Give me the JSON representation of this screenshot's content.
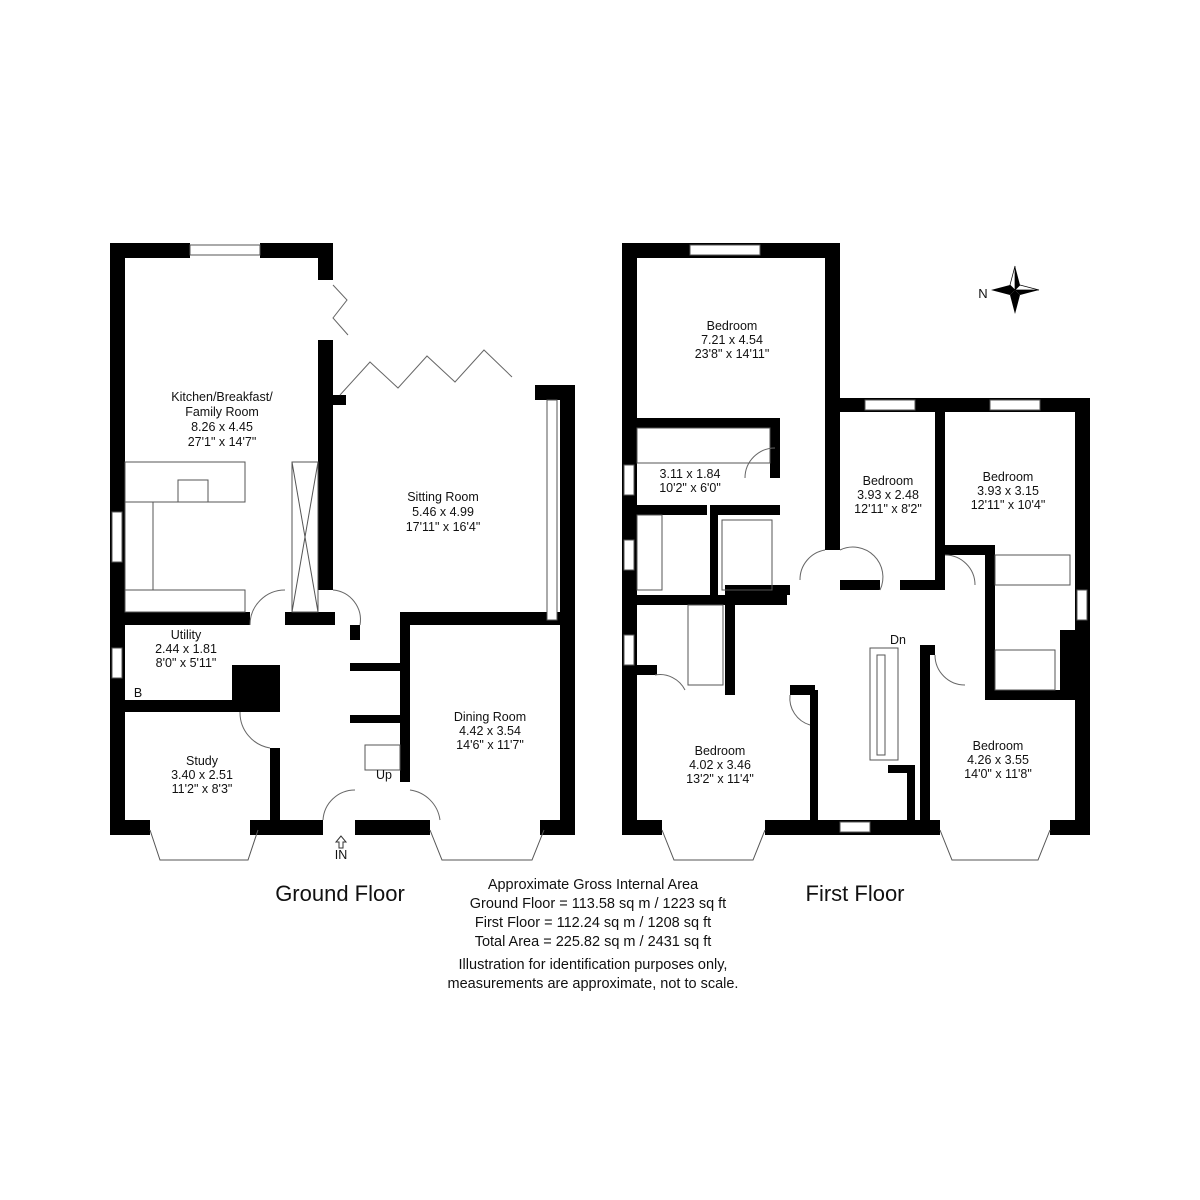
{
  "ground_floor": {
    "title": "Ground Floor",
    "rooms": [
      {
        "name": "Kitchen/Breakfast/",
        "name2": "Family Room",
        "metric": "8.26 x 4.45",
        "imperial": "27'1\" x 14'7\""
      },
      {
        "name": "Sitting Room",
        "metric": "5.46 x 4.99",
        "imperial": "17'11\" x 16'4\""
      },
      {
        "name": "Utility",
        "metric": "2.44 x 1.81",
        "imperial": "8'0\" x 5'11\""
      },
      {
        "name": "Study",
        "metric": "3.40 x 2.51",
        "imperial": "11'2\" x 8'3\""
      },
      {
        "name": "Dining Room",
        "metric": "4.42 x 3.54",
        "imperial": "14'6\" x 11'7\""
      }
    ],
    "boiler_label": "B",
    "stairs_label": "Up",
    "entrance_label": "IN"
  },
  "first_floor": {
    "title": "First Floor",
    "rooms": [
      {
        "name": "Bedroom",
        "metric": "7.21 x 4.54",
        "imperial": "23'8\" x 14'11\""
      },
      {
        "name": "",
        "metric": "3.11 x 1.84",
        "imperial": "10'2\" x 6'0\""
      },
      {
        "name": "Bedroom",
        "metric": "3.93 x 2.48",
        "imperial": "12'11\" x 8'2\""
      },
      {
        "name": "Bedroom",
        "metric": "3.93 x 3.15",
        "imperial": "12'11\" x 10'4\""
      },
      {
        "name": "Bedroom",
        "metric": "4.02 x 3.46",
        "imperial": "13'2\" x 11'4\""
      },
      {
        "name": "Bedroom",
        "metric": "4.26 x 3.55",
        "imperial": "14'0\" x 11'8\""
      }
    ],
    "stairs_label": "Dn"
  },
  "compass_label": "N",
  "area_summary": {
    "heading": "Approximate Gross Internal Area",
    "ground": "Ground Floor = 113.58 sq m / 1223 sq ft",
    "first": "First Floor = 112.24 sq m / 1208 sq ft",
    "total": "Total Area = 225.82 sq m / 2431 sq ft",
    "disclaimer1": "Illustration for identification purposes only,",
    "disclaimer2": "measurements are approximate, not to scale."
  }
}
